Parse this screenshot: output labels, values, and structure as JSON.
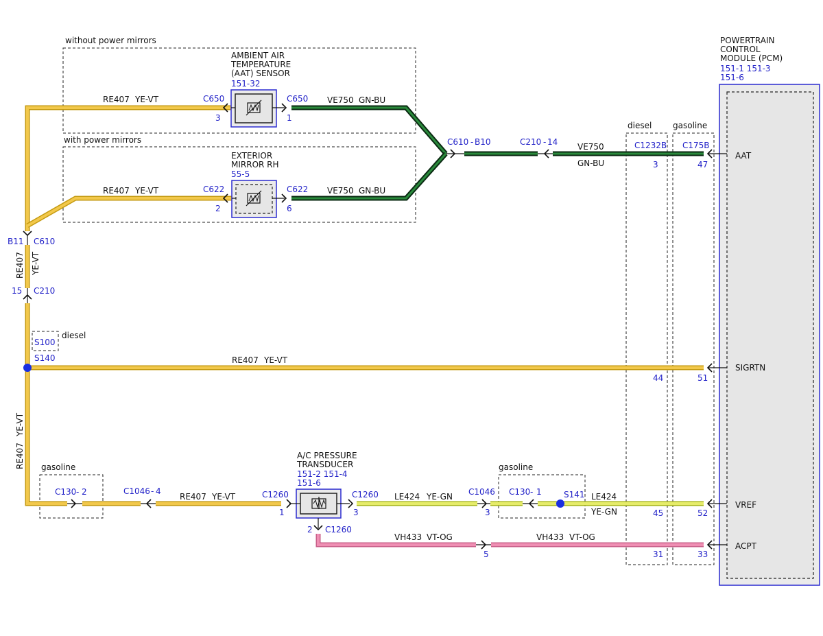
{
  "colors": {
    "ye_vt": [
      "#f2c84b",
      "#c49a10"
    ],
    "gn_bu": [
      "#1d6b2c",
      "#0a2a12"
    ],
    "ye_gn": [
      "#e6ec6a",
      "#a9b81e"
    ],
    "vt_og": [
      "#ef8fb3",
      "#c9618a"
    ],
    "connector_blue": "#2121c8",
    "splice_blue": "#1a2fe0"
  },
  "regions": {
    "without_power_mirrors": "without power mirrors",
    "with_power_mirrors": "with power mirrors",
    "diesel_s100": "diesel",
    "gasoline_c130_2": "gasoline",
    "gasoline_c130_1": "gasoline",
    "diesel_pcm": "diesel",
    "gasoline_pcm": "gasoline"
  },
  "components": {
    "aat_sensor": {
      "name": "AMBIENT AIR\nTEMPERATURE\n(AAT) SENSOR",
      "ref": "151-32"
    },
    "mirror_rh": {
      "name": "EXTERIOR\nMIRROR RH",
      "ref": "55-5"
    },
    "ac_transducer": {
      "name": "A/C PRESSURE\nTRANSDUCER",
      "ref": "151-2 151-4\n151-6"
    },
    "pcm": {
      "name": "POWERTRAIN\nCONTROL\nMODULE (PCM)",
      "ref": "151-1 151-3\n151-6"
    }
  },
  "pcm_pins": {
    "aat": "AAT",
    "sigrtn": "SIGRTN",
    "vref": "VREF",
    "acpt": "ACPT"
  },
  "wires": {
    "re407": "RE407",
    "ye_vt": "YE-VT",
    "ve750": "VE750",
    "gn_bu": "GN-BU",
    "le424": "LE424",
    "ye_gn": "YE-GN",
    "vh433": "VH433",
    "vt_og": "VT-OG"
  },
  "connectors": {
    "c650": "C650",
    "c622": "C622",
    "c610": "C610",
    "b11": "B11",
    "c210": "C210",
    "c610_b10": "C610",
    "b10": "B10",
    "c210_14": "C210",
    "n14": "14",
    "c1232b": "C1232B",
    "c175b": "C175B",
    "s100": "S100",
    "s140": "S140",
    "s141": "S141",
    "c130": "C130",
    "n2": "2",
    "n1": "1",
    "c1046": "C1046",
    "n4": "4",
    "c1260": "C1260"
  },
  "pins": {
    "p3": "3",
    "p1": "1",
    "p2": "2",
    "p6": "6",
    "p15": "15",
    "p47": "47",
    "p44": "44",
    "p51": "51",
    "p45": "45",
    "p52": "52",
    "p31": "31",
    "p33": "33",
    "p5": "5"
  }
}
